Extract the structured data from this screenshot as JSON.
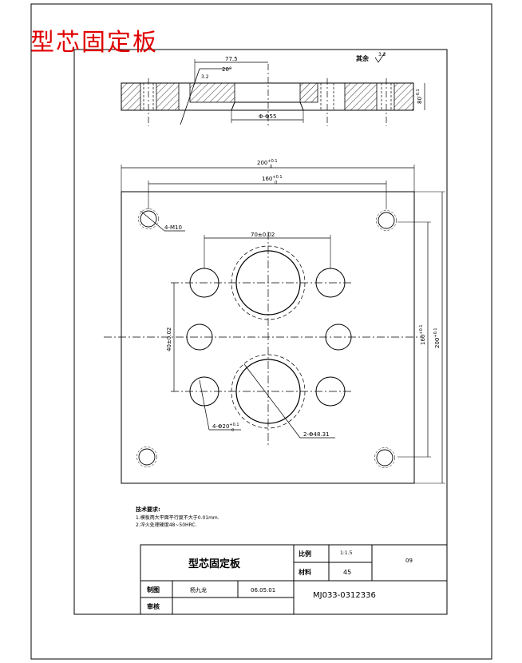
{
  "overlay_title": "型芯固定板",
  "section_view": {
    "dim_width": "77.5",
    "angle_label": "20°",
    "roughness_label": "3.2",
    "bore_label": "Φ-Φ55",
    "thickness_label": "80",
    "thickness_tol": "-0.1",
    "remaining_roughness": "其余",
    "remaining_roughness_value": "3.2"
  },
  "plan_view": {
    "overall_width": "200",
    "overall_width_tol_upper": "+0.1",
    "overall_width_tol_lower": "0",
    "pitch_width": "160",
    "pitch_width_tol_upper": "+0.1",
    "pitch_width_tol_lower": "0",
    "pitch_height": "160",
    "pitch_height_tol_upper": "+0.1",
    "pitch_height_tol_lower": "0",
    "overall_height": "200",
    "overall_height_tol_upper": "+0.1",
    "overall_height_tol_lower": "0",
    "hole_spacing_x": "70±0.02",
    "hole_spacing_y": "40±0.02",
    "corner_thread": "4-M10",
    "pin_holes": "4-Φ20",
    "pin_holes_tol_upper": "+0.1",
    "pin_holes_tol_lower": "0",
    "core_bore": "2-Φ48.31"
  },
  "tech_requirements": {
    "heading": "技术要求:",
    "items": [
      "1.模板两大平面平行度不大于0.01mm.",
      "2.淬火处理硬度48~50HRC."
    ]
  },
  "title_block": {
    "part_name": "型芯固定板",
    "scale_label": "比例",
    "scale_value": "1:1.5",
    "material_label": "材料",
    "material_value": "45",
    "sheet_number": "09",
    "drawn_label": "制图",
    "drawn_name": "杨九龙",
    "drawn_date": "06.05.01",
    "drawing_number": "MJ033-0312336",
    "check_label": "审核"
  }
}
